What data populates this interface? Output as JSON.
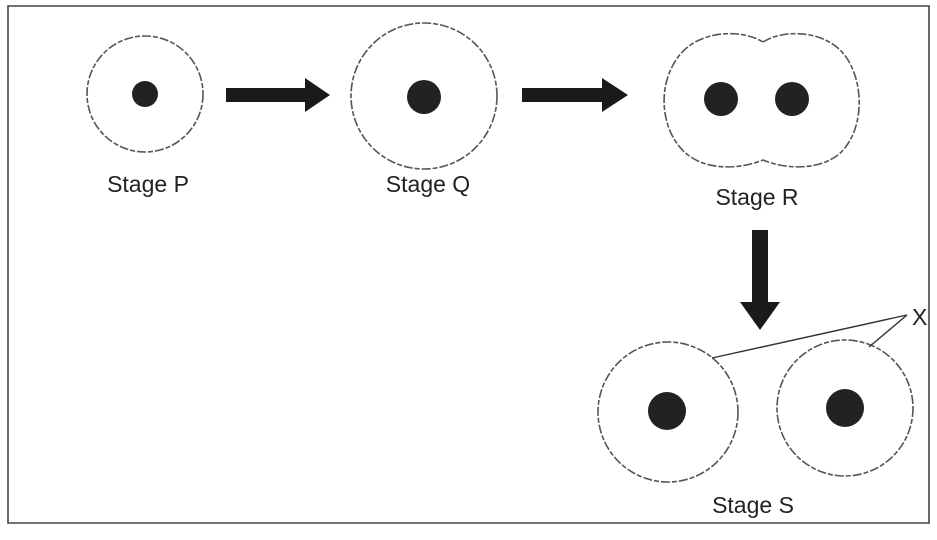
{
  "stages": {
    "p": {
      "label": "Stage P"
    },
    "q": {
      "label": "Stage Q"
    },
    "r": {
      "label": "Stage R"
    },
    "s": {
      "label": "Stage S"
    }
  },
  "pointer_label": "X"
}
